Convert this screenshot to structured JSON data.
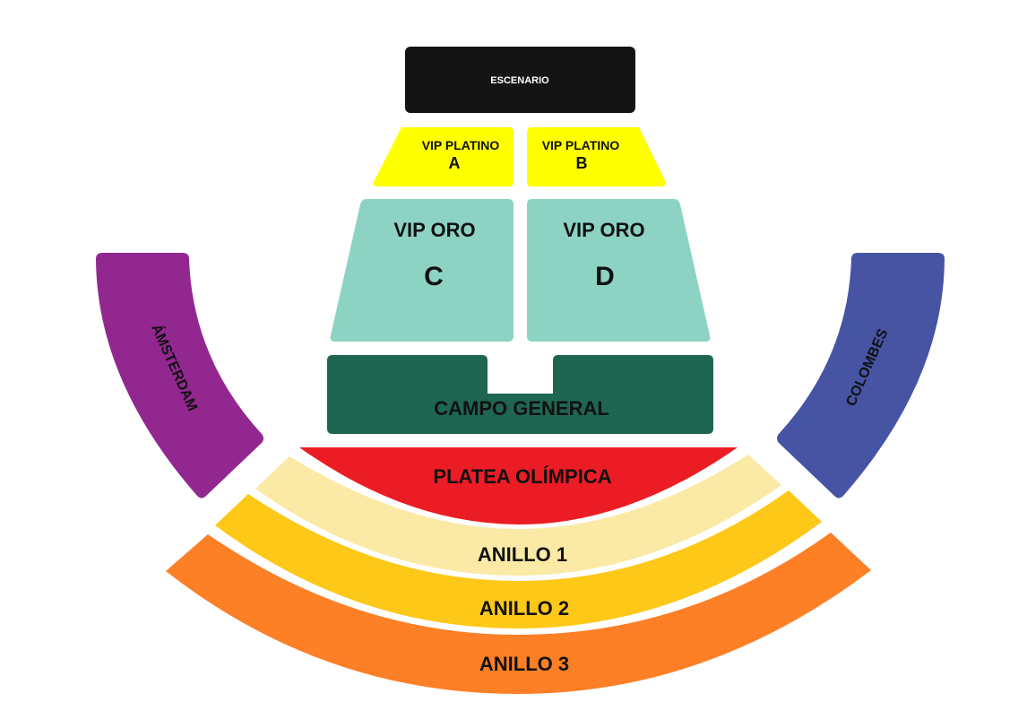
{
  "stage": {
    "label": "ESCENARIO",
    "color": "#141414"
  },
  "sections": {
    "vip_platino_a": {
      "label": "VIP PLATINO",
      "letter": "A",
      "color": "#ffff00"
    },
    "vip_platino_b": {
      "label": "VIP PLATINO",
      "letter": "B",
      "color": "#ffff00"
    },
    "vip_oro_c": {
      "label": "VIP ORO",
      "letter": "C",
      "color": "#8dd3c3"
    },
    "vip_oro_d": {
      "label": "VIP ORO",
      "letter": "D",
      "color": "#8dd3c3"
    },
    "campo_general": {
      "label": "CAMPO GENERAL",
      "color": "#1f6652"
    },
    "platea_olimpica": {
      "label": "PLATEA OLÍMPICA",
      "color": "#ec1c24"
    },
    "anillo_1": {
      "label": "ANILLO 1",
      "color": "#fbeaa5"
    },
    "anillo_2": {
      "label": "ANILLO 2",
      "color": "#fdc817"
    },
    "anillo_3": {
      "label": "ANILLO 3",
      "color": "#fd7f26"
    },
    "amsterdam": {
      "label": "ÁMSTERDAM",
      "color": "#92278f"
    },
    "colombes": {
      "label": "COLOMBES",
      "color": "#4754a4"
    }
  }
}
